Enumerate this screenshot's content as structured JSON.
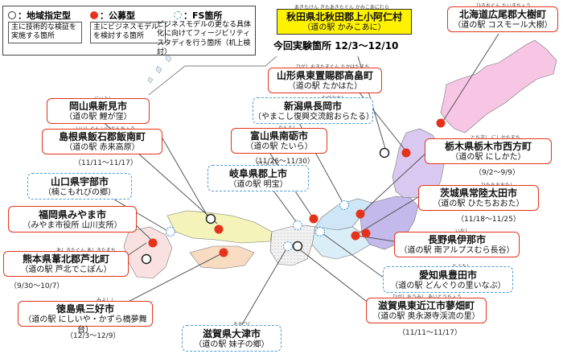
{
  "legend": {
    "type1_label": "：地域指定型",
    "type1_desc": "主に技術的な検証を実施する箇所",
    "type2_label": "：公募型",
    "type2_desc": "主にビジネスモデルを検討する箇所",
    "type3_label": "：FS箇所",
    "type3_desc": "ビジネスモデルの更なる具体化に向けてフィージビリティスタディを行う箇所（机上検討）"
  },
  "current": {
    "ruby": "あきたけん きたあきたぐん かみこあにむら",
    "title": "秋田県北秋田郡上小阿仁村",
    "station": "（道の駅 かみこあに）",
    "period": "今回実験箇所 12/3～12/10"
  },
  "sites": [
    {
      "id": "kamishihoro",
      "ruby": "ひろおぐん たいきちょう",
      "title": "北海道広尾郡大樹町",
      "station": "（道の駅 コスモール大樹）",
      "date": ""
    },
    {
      "id": "takahata",
      "ruby": "ひがしおきたまぐん たかはたまち",
      "title": "山形県東置賜郡高畠町",
      "station": "（道の駅 たかはた）",
      "date": ""
    },
    {
      "id": "nagaoka",
      "ruby": "ながおかし",
      "title": "新潟県長岡市",
      "station": "（やまこし復興交流館おらたる）",
      "date": ""
    },
    {
      "id": "niimi",
      "ruby": "にいみし",
      "title": "岡山県新見市",
      "station": "（道の駅 鯉が窪）",
      "date": ""
    },
    {
      "id": "iinan",
      "ruby": "いいしぐん いいなんちょう",
      "title": "島根県飯石郡飯南町",
      "station": "（道の駅 赤来高原）",
      "date": "（11/11～11/17）"
    },
    {
      "id": "nanto",
      "ruby": "なんとし",
      "title": "富山県南砺市",
      "station": "（道の駅 たいら）",
      "date": "（11/26～11/30）"
    },
    {
      "id": "tochigi",
      "ruby": "とちぎし にしかたまち",
      "title": "栃木県栃木市西方町",
      "station": "（道の駅 にしかた）",
      "date": "（9/2～9/9）"
    },
    {
      "id": "ube",
      "ruby": "",
      "title": "山口県宇部市",
      "station": "（楠こもれびの郷）",
      "date": ""
    },
    {
      "id": "gujo",
      "ruby": "ぐじょうし",
      "title": "岐阜県郡上市",
      "station": "（道の駅 明宝）",
      "date": ""
    },
    {
      "id": "hitachiota",
      "ruby": "ひたちおおたし",
      "title": "茨城県常陸太田市",
      "station": "（道の駅 ひたちおおた）",
      "date": "（11/18～11/25）"
    },
    {
      "id": "miyama",
      "ruby": "",
      "title": "福岡県みやま市",
      "station": "（みやま市役所 山川支所）",
      "date": ""
    },
    {
      "id": "ina",
      "ruby": "いなし",
      "title": "長野県伊那市",
      "station": "（道の駅 南アルプスむら長谷）",
      "date": ""
    },
    {
      "id": "ashikita",
      "ruby": "あしきたぐん あしきたまち",
      "title": "熊本県葦北郡芦北町",
      "station": "（道の駅 芦北でこぽん）",
      "date": "（9/30～10/7）"
    },
    {
      "id": "toyota",
      "ruby": "とよたし",
      "title": "愛知県豊田市",
      "station": "（道の駅 どんぐりの里いなぶ）",
      "date": ""
    },
    {
      "id": "miyoshi",
      "ruby": "みよしし",
      "title": "徳島県三好市",
      "station": "（道の駅 にしいや・かずら橋夢舞台）",
      "date": "（12/3～12/9）"
    },
    {
      "id": "aito",
      "ruby": "ひがしおうみし あいとうちょう",
      "title": "滋賀県東近江市蓼畑町",
      "station": "（道の駅 奥永源寺渓流の里）",
      "date": "（11/11～11/17）"
    },
    {
      "id": "otsu",
      "ruby": "おおつし",
      "title": "滋賀県大津市",
      "station": "（道の駅 妹子の郷）",
      "date": ""
    }
  ]
}
